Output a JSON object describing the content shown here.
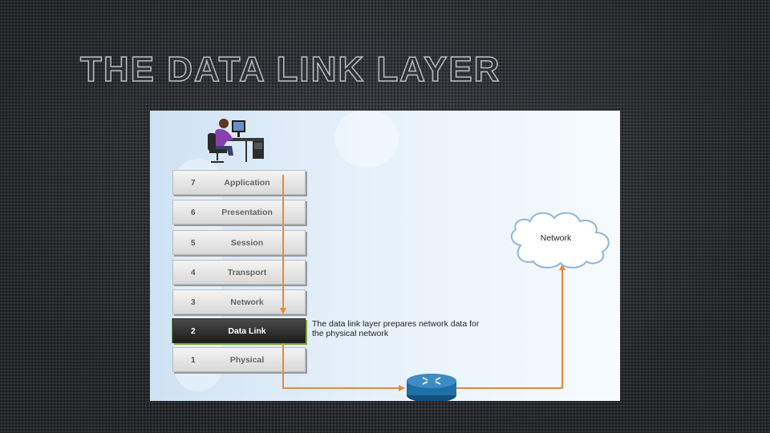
{
  "slide": {
    "title": "THE DATA LINK LAYER"
  },
  "figure": {
    "layers": [
      {
        "number": "7",
        "name": "Application"
      },
      {
        "number": "6",
        "name": "Presentation"
      },
      {
        "number": "5",
        "name": "Session"
      },
      {
        "number": "4",
        "name": "Transport"
      },
      {
        "number": "3",
        "name": "Network"
      },
      {
        "number": "2",
        "name": "Data Link"
      },
      {
        "number": "1",
        "name": "Physical"
      }
    ],
    "active_layer": "Data Link",
    "callout": "The data link layer prepares network data for the physical network",
    "cloud_label": "Network",
    "colors": {
      "arrow": "#e8893a",
      "active_layer_bg": "#1d1d1d",
      "active_layer_accent": "#7ca832",
      "router": "#1f6fa8"
    },
    "icons": [
      "user-at-computer-icon",
      "router-icon",
      "network-cloud-icon"
    ]
  }
}
